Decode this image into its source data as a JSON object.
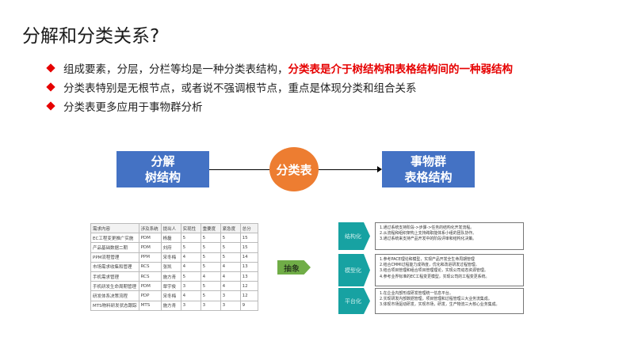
{
  "title": "分解和分类关系?",
  "bullets": [
    {
      "text": "组成要素，分层，分栏等均是一种分类表结构，",
      "highlight": "分类表是介于树结构和表格结构间的一种弱结构"
    },
    {
      "text": "分类表特别是无根节点，或者说不强调根节点，重点是体现分类和组合关系",
      "highlight": ""
    },
    {
      "text": "分类表更多应用于事物群分析",
      "highlight": ""
    }
  ],
  "diagram": {
    "left_box": {
      "line1": "分解",
      "line2": "树结构"
    },
    "center_circle": "分类表",
    "right_box": {
      "line1": "事物群",
      "line2": "表格结构"
    },
    "colors": {
      "box": "#4472c4",
      "circle": "#ed7d31"
    }
  },
  "table": {
    "headers": [
      "需求内容",
      "涉及系统",
      "提出人",
      "实现性",
      "重要度",
      "紧急度",
      "总分"
    ],
    "rows": [
      [
        "EC工程变更推广实施",
        "PDM",
        "杨磊",
        "5",
        "5",
        "5",
        "15"
      ],
      [
        "产品基础数据二期",
        "PDM",
        "刘府",
        "5",
        "5",
        "5",
        "15"
      ],
      [
        "PPM流程管理",
        "PPM",
        "宋冬梅",
        "4",
        "5",
        "5",
        "14"
      ],
      [
        "市场需求收集和管理",
        "RCS",
        "张凯",
        "4",
        "5",
        "4",
        "13"
      ],
      [
        "手机需求管理",
        "RCS",
        "施方青",
        "5",
        "4",
        "4",
        "13"
      ],
      [
        "手机研发生命周期管理",
        "PDM",
        "覃宇俊",
        "3",
        "5",
        "4",
        "12"
      ],
      [
        "研发体系决策流程",
        "PDP",
        "宋冬梅",
        "4",
        "5",
        "3",
        "12"
      ],
      [
        "MTS物料研发状态跟踪",
        "MTS",
        "施方青",
        "3",
        "3",
        "3",
        "9"
      ]
    ]
  },
  "abstract_label": "抽象",
  "features": [
    {
      "label": "结构化",
      "items": [
        "1.通过系统支持阶段->步骤->任务的结构化开发流程。",
        "2.从流程和组织架构上支持跨职能体系小组的团队协作。",
        "3.通过系统来支持产品开发中的阶段评审和结构化决策。"
      ]
    },
    {
      "label": "模型化",
      "items": [
        "1.参考PACE理论和模型，实现产品开发全生命周期管理",
        "2.结合CMMI过程能力成熟度，优化和改进研发过程管理。",
        "3.结合项目管理和组合项目管理理论，实现公司动态资源管理。",
        "4.参考业界标准的EC工程变更模型，实现公司的工程变更系统。"
      ]
    },
    {
      "label": "平台化",
      "items": [
        "1.在企业内部形成研发管理统一信息平台。",
        "2.实现研发内部数据管理，项目管理和过程管理三大业务流集成。",
        "3.体现市场驱动研发，实现市场，研发，生产物流三大核心业务集成。"
      ]
    }
  ]
}
